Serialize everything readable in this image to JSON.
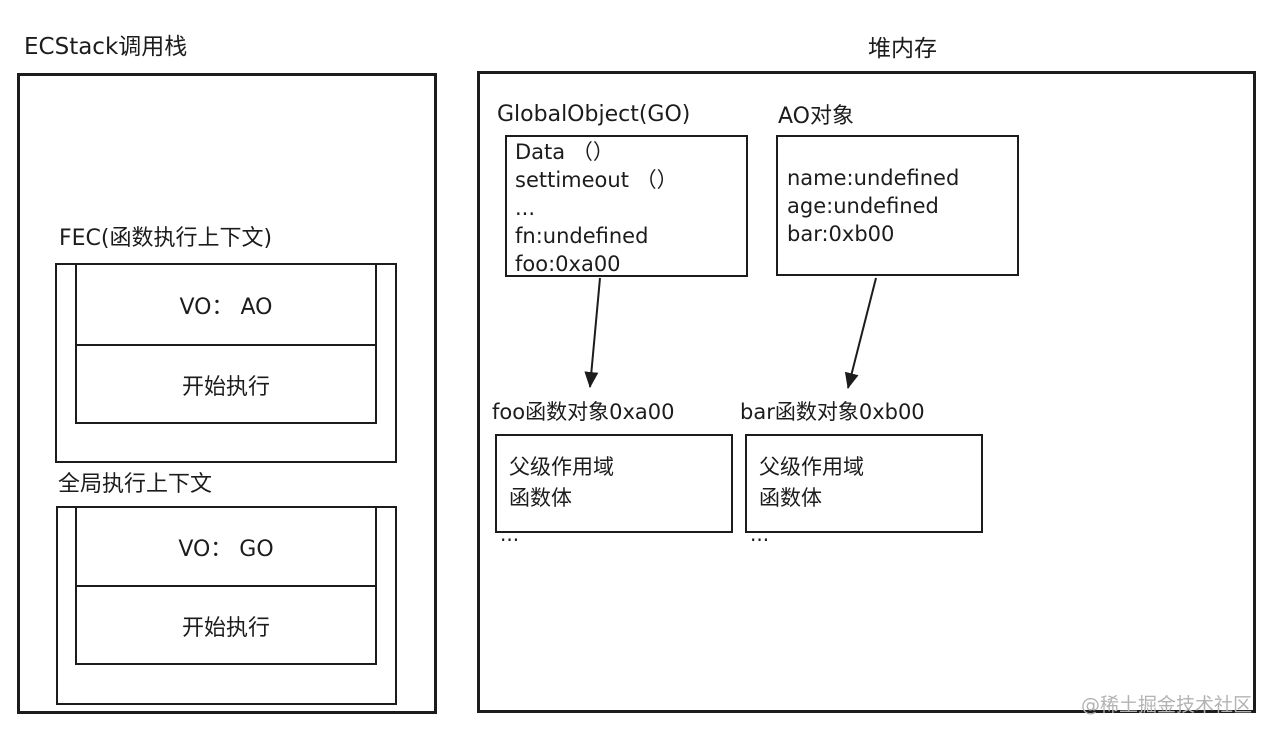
{
  "stack_panel": {
    "title": "ECStack调用栈",
    "fec": {
      "label": "FEC(函数执行上下文)",
      "vo": "VO： AO",
      "action": "开始执行"
    },
    "gec": {
      "label": "全局执行上下文",
      "vo": "VO： GO",
      "action": "开始执行"
    }
  },
  "heap_panel": {
    "title": "堆内存",
    "go_object": {
      "label": "GlobalObject(GO)",
      "lines": [
        "Data （）",
        "settimeout （）",
        "...",
        "fn:undefined",
        "foo:0xa00"
      ]
    },
    "ao_object": {
      "label": "AO对象",
      "lines": [
        "name:undefined",
        "age:undefined",
        "bar:0xb00"
      ]
    },
    "foo_object": {
      "label": "foo函数对象0xa00",
      "lines": [
        "父级作用域",
        "函数体"
      ],
      "overflow": "..."
    },
    "bar_object": {
      "label": "bar函数对象0xb00",
      "lines": [
        "父级作用域",
        "函数体"
      ],
      "overflow": "..."
    }
  },
  "watermark": "@稀土掘金技术社区",
  "colors": {
    "line": "#1c1c1c",
    "watermark": "#b3b3b3",
    "background": "#ffffff"
  }
}
